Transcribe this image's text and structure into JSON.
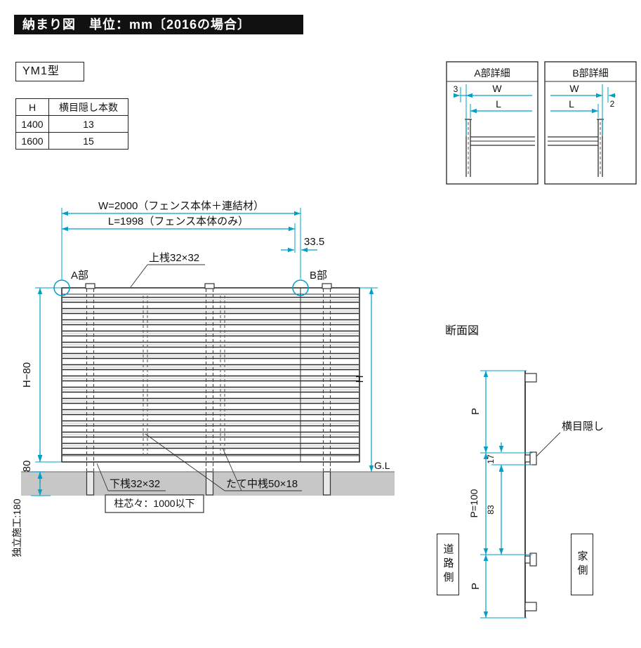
{
  "colors": {
    "dimension": "#00a0c8",
    "line": "#333333",
    "ground": "#c7c7c7",
    "header_bg": "#111111"
  },
  "header": {
    "title": "納まり図　単位：mm〔2016の場合〕"
  },
  "model_label": "YM1型",
  "spec_table": {
    "headers": [
      "H",
      "横目隠し本数"
    ],
    "rows": [
      [
        "1400",
        "13"
      ],
      [
        "1600",
        "15"
      ]
    ]
  },
  "detail_a": {
    "title": "A部詳細",
    "dim_3": "3",
    "dim_w": "W",
    "dim_l": "L"
  },
  "detail_b": {
    "title": "B部詳細",
    "dim_w": "W",
    "dim_l": "L",
    "dim_2": "2"
  },
  "elevation": {
    "dim_w": "W=2000（フェンス本体＋連結材）",
    "dim_l": "L=1998（フェンス本体のみ）",
    "dim_offset": "33.5",
    "label_a": "A部",
    "label_b": "B部",
    "top_rail_label": "上桟32×32",
    "bottom_rail_label": "下桟32×32",
    "mullion_label": "たて中桟50×18",
    "post_pitch_label": "柱芯々：1000以下",
    "dim_h_minus_80": "H−80",
    "dim_80": "80",
    "dim_h": "H",
    "ground_label": "G.L",
    "embed_label": "独立施工:180"
  },
  "section": {
    "title": "断面図",
    "dim_p_top": "P",
    "dim_p_100": "P=100",
    "dim_p_bottom": "P",
    "dim_17": "17",
    "dim_83": "83",
    "slat_label": "横目隠し",
    "road_side": "道路側",
    "house_side": "家側"
  }
}
